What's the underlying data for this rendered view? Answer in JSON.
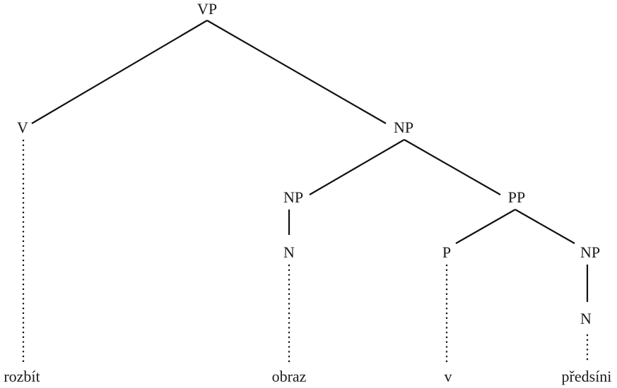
{
  "tree": {
    "nodes": {
      "vp": "VP",
      "v": "V",
      "np_top": "NP",
      "np_obj": "NP",
      "pp": "PP",
      "n_obj": "N",
      "p": "P",
      "np_loc": "NP",
      "n_loc": "N"
    },
    "words": {
      "rozbit": "rozbít",
      "obraz": "obraz",
      "v": "v",
      "predsini": "předsíni"
    }
  }
}
